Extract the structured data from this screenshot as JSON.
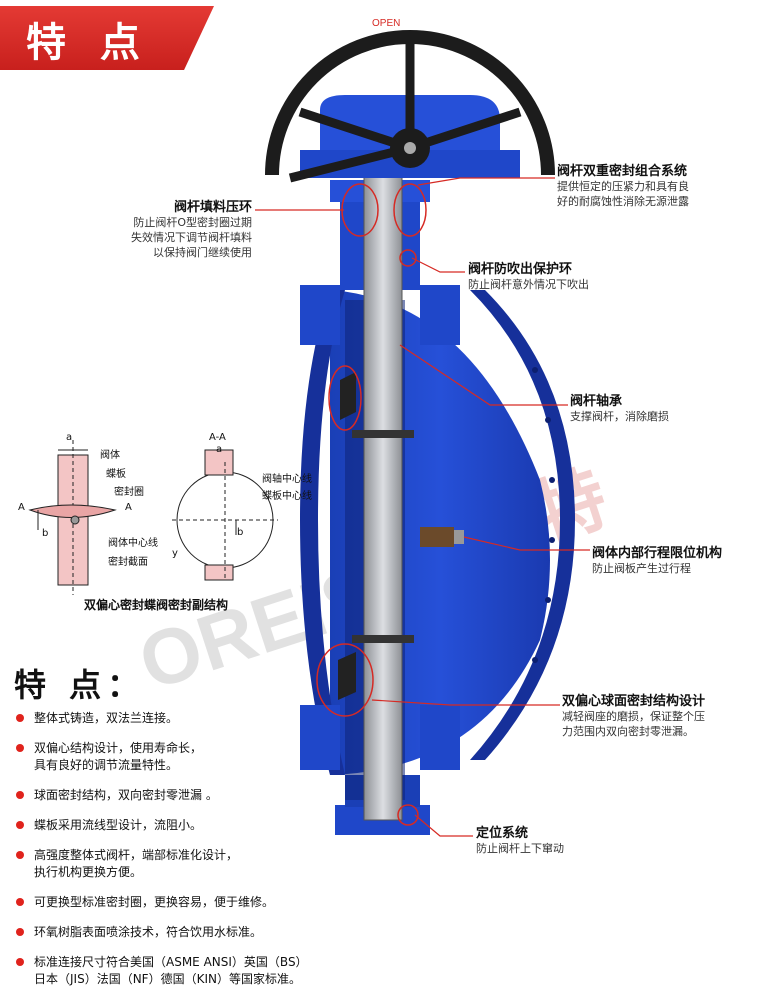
{
  "header": {
    "title": "特 点"
  },
  "callouts": {
    "stem_dual_seal": {
      "title": "阀杆双重密封组合系统",
      "desc": [
        "提供恒定的压紧力和具有良",
        "好的耐腐蚀性消除无源泄露"
      ]
    },
    "packing_ring": {
      "title": "阀杆填料压环",
      "desc": [
        "防止阀杆O型密封圈过期",
        "失效情况下调节阀杆填料",
        "以保持阀门继续使用"
      ]
    },
    "blowout_ring": {
      "title": "阀杆防吹出保护环",
      "desc": [
        "防止阀杆意外情况下吹出"
      ]
    },
    "shaft_bearing": {
      "title": "阀杆轴承",
      "desc": [
        "支撑阀杆，消除磨损"
      ]
    },
    "travel_limit": {
      "title": "阀体内部行程限位机构",
      "desc": [
        "防止阀板产生过行程"
      ]
    },
    "spherical_seal": {
      "title": "双偏心球面密封结构设计",
      "desc": [
        "减轻阀座的磨损，保证整个压",
        "力范围内双向密封零泄漏。"
      ]
    },
    "positioning": {
      "title": "定位系统",
      "desc": [
        "防止阀杆上下窜动"
      ]
    }
  },
  "handwheel_text": "OPEN",
  "watermark": {
    "latin": "OREIST",
    "chinese": "欧瑞特"
  },
  "inset": {
    "caption": "双偏心密封蝶阀密封副结构",
    "left_labels": [
      "阀体",
      "蝶板",
      "密封圈",
      "阀体中心线",
      "密封截面"
    ],
    "right_labels": [
      "阀轴中心线",
      "蝶板中心线"
    ],
    "section": "A-A",
    "dims": {
      "a": "a",
      "b": "b",
      "A": "A",
      "y": "y"
    }
  },
  "features": {
    "title": "特 点：",
    "items": [
      "整体式铸造，双法兰连接。",
      "双偏心结构设计，使用寿命长，\n具有良好的调节流量特性。",
      "球面密封结构，双向密封零泄漏 。",
      "蝶板采用流线型设计，流阻小。",
      "高强度整体式阀杆，端部标准化设计，\n执行机构更换方便。",
      "可更换型标准密封圈，更换容易，便于维修。",
      "环氧树脂表面喷涂技术，符合饮用水标准。",
      "标准连接尺寸符合美国（ASME ANSI）英国（BS）\n日本（JIS）法国（NF）德国（KIN）等国家标准。"
    ]
  },
  "colors": {
    "body_blue": "#1f47c9",
    "dark_blue": "#16309a",
    "accent_red": "#d62a24",
    "wheel": "#1c1c1c",
    "stem": "#b9bcc0"
  }
}
